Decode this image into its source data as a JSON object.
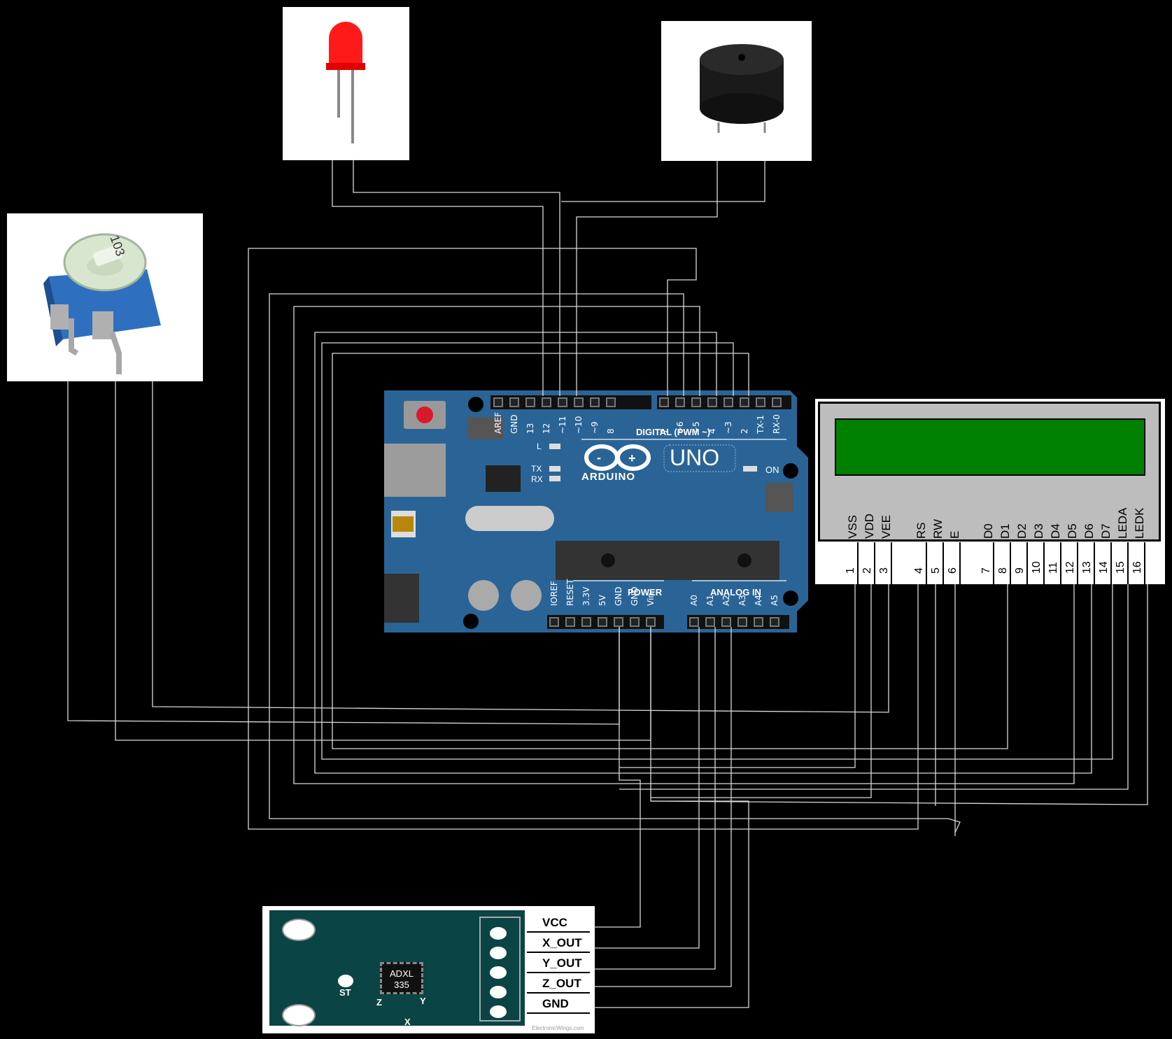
{
  "components": {
    "potentiometer": {
      "name": "Potentiometer",
      "marking": "103"
    },
    "led": {
      "name": "Red LED",
      "color": "#ff1a1a"
    },
    "buzzer": {
      "name": "Buzzer"
    },
    "arduino": {
      "brand": "ARDUINO",
      "model": "UNO",
      "digital_header_label": "DIGITAL (PWM ~)",
      "power_header_label": "POWER",
      "analog_header_label": "ANALOG IN",
      "on_label": "ON",
      "l_label": "L",
      "tx_label": "TX",
      "rx_label": "RX",
      "digital_pins_left": [
        "AREF",
        "GND",
        "13",
        "12",
        "~11",
        "~10",
        "~9",
        "8"
      ],
      "digital_pins_right": [
        "7",
        "~6",
        "~5",
        "4",
        "~3",
        "2",
        "TX-1",
        "RX-0"
      ],
      "power_pins": [
        "IOREF",
        "RESET",
        "3.3V",
        "5V",
        "GND",
        "GND",
        "Vin"
      ],
      "analog_pins": [
        "A0",
        "A1",
        "A2",
        "A3",
        "A4",
        "A5"
      ],
      "board_color": "#2a6496"
    },
    "lcd": {
      "name": "16x2 LCD",
      "screen_color": "#008000",
      "pins": [
        {
          "num": "1",
          "label": "VSS"
        },
        {
          "num": "2",
          "label": "VDD"
        },
        {
          "num": "3",
          "label": "VEE"
        },
        {
          "num": "4",
          "label": "RS"
        },
        {
          "num": "5",
          "label": "RW"
        },
        {
          "num": "6",
          "label": "E"
        },
        {
          "num": "7",
          "label": "D0"
        },
        {
          "num": "8",
          "label": "D1"
        },
        {
          "num": "9",
          "label": "D2"
        },
        {
          "num": "10",
          "label": "D3"
        },
        {
          "num": "11",
          "label": "D4"
        },
        {
          "num": "12",
          "label": "D5"
        },
        {
          "num": "13",
          "label": "D6"
        },
        {
          "num": "14",
          "label": "D7"
        },
        {
          "num": "15",
          "label": "LEDA"
        },
        {
          "num": "16",
          "label": "LEDK"
        }
      ]
    },
    "accelerometer": {
      "chip_line1": "ADXL",
      "chip_line2": "335",
      "st_label": "ST",
      "axis_x": "X",
      "axis_y": "Y",
      "axis_z": "Z",
      "pins": [
        "VCC",
        "X_OUT",
        "Y_OUT",
        "Z_OUT",
        "GND"
      ],
      "watermark": "ElectronicWings.com",
      "board_color": "#0b4444"
    }
  }
}
